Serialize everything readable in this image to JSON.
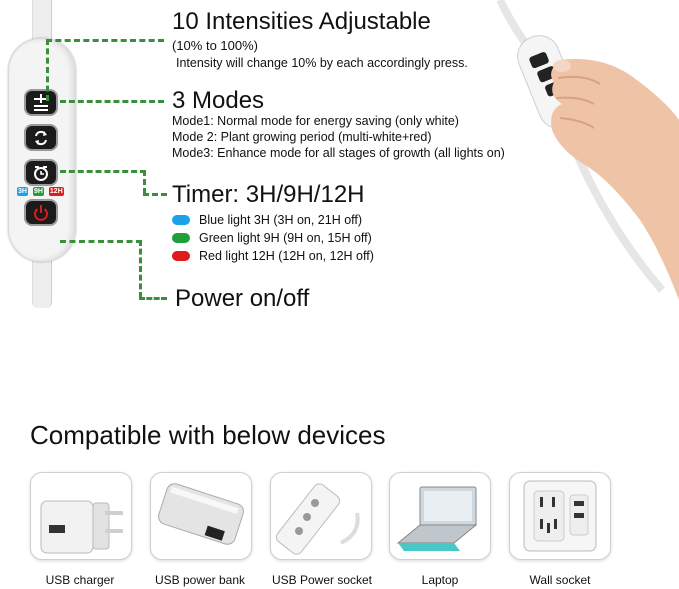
{
  "features": {
    "intensity": {
      "title": "10 Intensities Adjustable",
      "range": "(10% to 100%)",
      "note": "Intensity will change 10% by each accordingly press."
    },
    "modes": {
      "title": "3 Modes",
      "lines": [
        "Mode1: Normal mode for energy saving (only white)",
        "Mode 2: Plant growing period (multi-white+red)",
        "Mode3: Enhance mode for all stages of growth (all lights on)"
      ]
    },
    "timer": {
      "title": "Timer: 3H/9H/12H",
      "items": [
        {
          "label": "Blue light 3H (3H on, 21H off)",
          "color": "#1aa3e8"
        },
        {
          "label": "Green light 9H (9H on, 15H off)",
          "color": "#1f9e3a"
        },
        {
          "label": "Red light 12H (12H on, 12H off)",
          "color": "#e01b1b"
        }
      ]
    },
    "power": {
      "title": "Power on/off"
    }
  },
  "controller": {
    "leds": [
      {
        "label": "3H",
        "color": "#1aa3e8"
      },
      {
        "label": "9H",
        "color": "#1f9e3a"
      },
      {
        "label": "12H",
        "color": "#e01b1b"
      }
    ]
  },
  "compatible": {
    "heading": "Compatible with below devices",
    "devices": [
      {
        "label": "USB charger",
        "icon": "usb-charger-icon"
      },
      {
        "label": "USB power bank",
        "icon": "power-bank-icon"
      },
      {
        "label": "USB Power socket",
        "icon": "power-strip-icon"
      },
      {
        "label": "Laptop",
        "icon": "laptop-icon"
      },
      {
        "label": "Wall socket",
        "icon": "wall-socket-icon"
      }
    ]
  },
  "colors": {
    "guide_line": "#3a8f3a"
  }
}
